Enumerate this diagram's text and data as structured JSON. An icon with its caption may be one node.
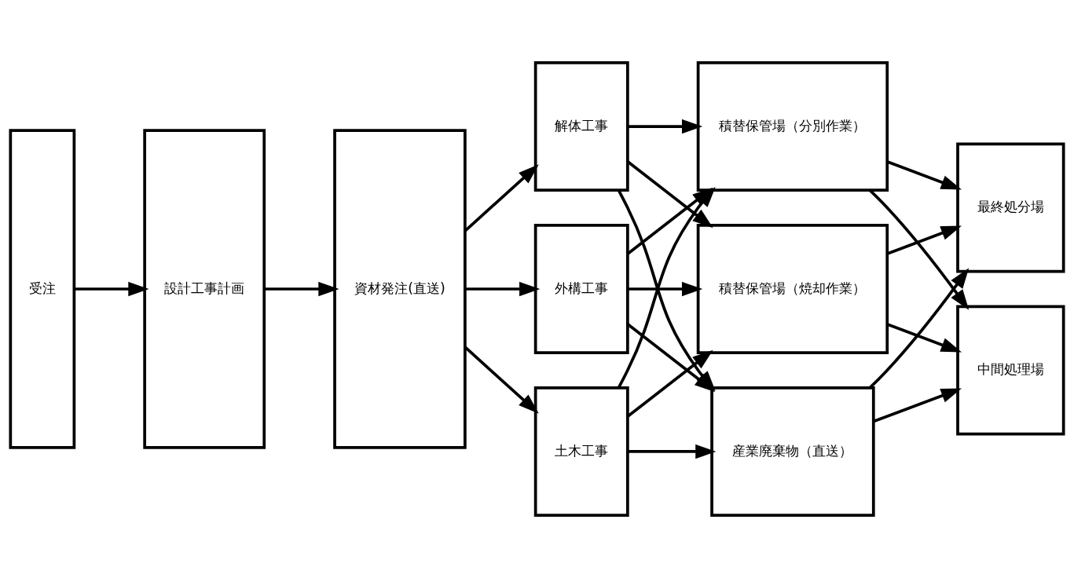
{
  "diagram": {
    "nodes": [
      {
        "text": [
          "受注"
        ]
      },
      {
        "text": [
          "設計工事計画"
        ]
      },
      {
        "text": [
          "資材発注(直送)"
        ]
      },
      {
        "text": [
          "解体工事"
        ]
      },
      {
        "text": [
          "外構工事"
        ]
      },
      {
        "text": [
          "土木工事"
        ]
      },
      {
        "text": [
          "積替保管場（分別作業）"
        ]
      },
      {
        "text": [
          "積替保管場（焼却作業）"
        ]
      },
      {
        "text": [
          "産業廃棄物（直送）"
        ]
      },
      {
        "text": [
          "最終処分場"
        ]
      },
      {
        "text": [
          "中間処理場"
        ]
      }
    ],
    "edges": [
      {
        "from": 0,
        "to": 1,
        "arrow": "to"
      },
      {
        "from": 1,
        "to": 2,
        "arrow": "to"
      },
      {
        "from": 2,
        "to": 3,
        "arrow": "to"
      },
      {
        "from": 2,
        "to": 4,
        "arrow": "to"
      },
      {
        "from": 2,
        "to": 5,
        "arrow": "to"
      },
      {
        "from": 3,
        "to": 6,
        "arrow": "to"
      },
      {
        "from": 3,
        "to": 7,
        "arrow": "to"
      },
      {
        "from": 3,
        "to": 8,
        "arrow": "to"
      },
      {
        "from": 4,
        "to": 6,
        "arrow": "to"
      },
      {
        "from": 4,
        "to": 7,
        "arrow": "to"
      },
      {
        "from": 4,
        "to": 8,
        "arrow": "to"
      },
      {
        "from": 5,
        "to": 6,
        "arrow": "to"
      },
      {
        "from": 5,
        "to": 7,
        "arrow": "to"
      },
      {
        "from": 5,
        "to": 8,
        "arrow": "to"
      },
      {
        "from": 6,
        "to": 9,
        "arrow": "to"
      },
      {
        "from": 6,
        "to": 10,
        "arrow": "to"
      },
      {
        "from": 7,
        "to": 9,
        "arrow": "to"
      },
      {
        "from": 7,
        "to": 10,
        "arrow": "to"
      },
      {
        "from": 8,
        "to": 9,
        "arrow": "to"
      },
      {
        "from": 8,
        "to": 10,
        "arrow": "to"
      }
    ]
  }
}
